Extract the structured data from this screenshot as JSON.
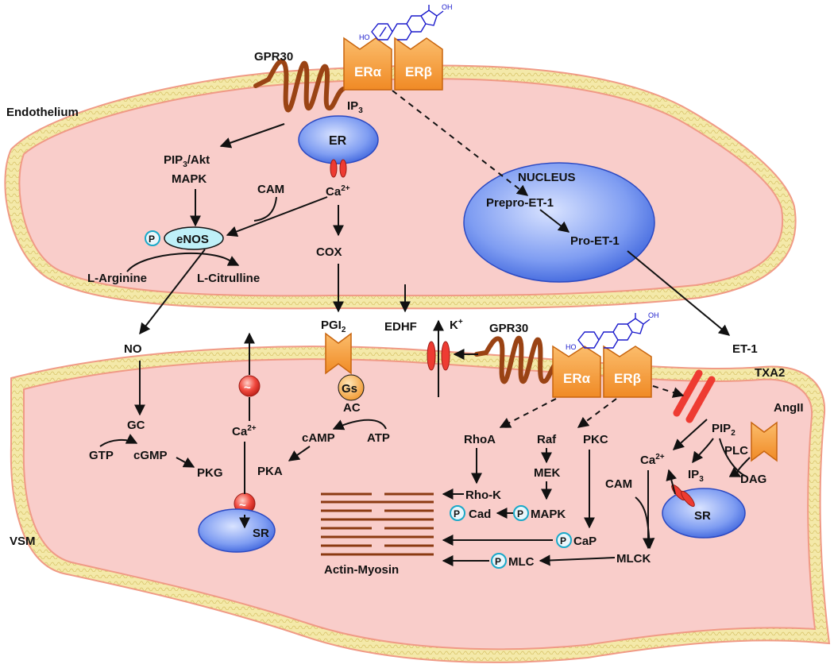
{
  "compartments": {
    "endothelium": "Endothelium",
    "vsm": "VSM",
    "nucleus": "NUCLEUS"
  },
  "receptors": {
    "gpr30": "GPR30",
    "er_alpha": "ERα",
    "er_beta": "ERβ",
    "estradiol_ho": "HO",
    "estradiol_oh": "OH"
  },
  "endothelium_labels": {
    "ip3": "IP",
    "ip3_sub": "3",
    "er": "ER",
    "pip3_akt_a": "PIP",
    "pip3_akt_sub": "3",
    "pip3_akt_b": "/Akt",
    "mapk": "MAPK",
    "cam": "CAM",
    "ca": "Ca",
    "ca_sup": "2+",
    "p": "P",
    "enos": "eNOS",
    "l_arginine": "L-Arginine",
    "l_citrulline": "L-Citrulline",
    "cox": "COX",
    "prepro_et1": "Prepro-ET-1",
    "pro_et1": "Pro-ET-1"
  },
  "mediators": {
    "no": "NO",
    "pgi2": "PGI",
    "pgi2_sub": "2",
    "edhf": "EDHF",
    "k": "K",
    "k_sup": "+",
    "et1": "ET-1",
    "txa2": "TXA2",
    "angii": "AngII"
  },
  "vsm_labels": {
    "gc": "GC",
    "gtp": "GTP",
    "cgmp": "cGMP",
    "pkg": "PKG",
    "ca": "Ca",
    "ca_sup": "2+",
    "sr": "SR",
    "gs": "Gs",
    "ac": "AC",
    "camp": "cAMP",
    "atp": "ATP",
    "pka": "PKA",
    "rhoa": "RhoA",
    "rho_k": "Rho-K",
    "raf": "Raf",
    "mek": "MEK",
    "mapk": "MAPK",
    "pkc": "PKC",
    "cad": "Cad",
    "cap": "CaP",
    "mlc": "MLC",
    "mlck": "MLCK",
    "cam": "CAM",
    "actin_myosin": "Actin-Myosin",
    "pip2": "PIP",
    "pip2_sub": "2",
    "plc": "PLC",
    "ip3": "IP",
    "ip3_sub": "3",
    "dag": "DAG",
    "ca2": "Ca",
    "ca2_sup": "2+",
    "sr2": "SR",
    "p": "P",
    "tilde": "~"
  },
  "colors": {
    "membrane_fill": "#f3e7a6",
    "membrane_stroke": "#f09a86",
    "cytoplasm": "#f9cdca",
    "receptor_orange": "#f7a547",
    "nucleus_blue": "#6a8ff0",
    "channel_red": "#ee3b32",
    "gpcr_brown": "#9a4314",
    "phospho_ring": "#19a8c8"
  }
}
